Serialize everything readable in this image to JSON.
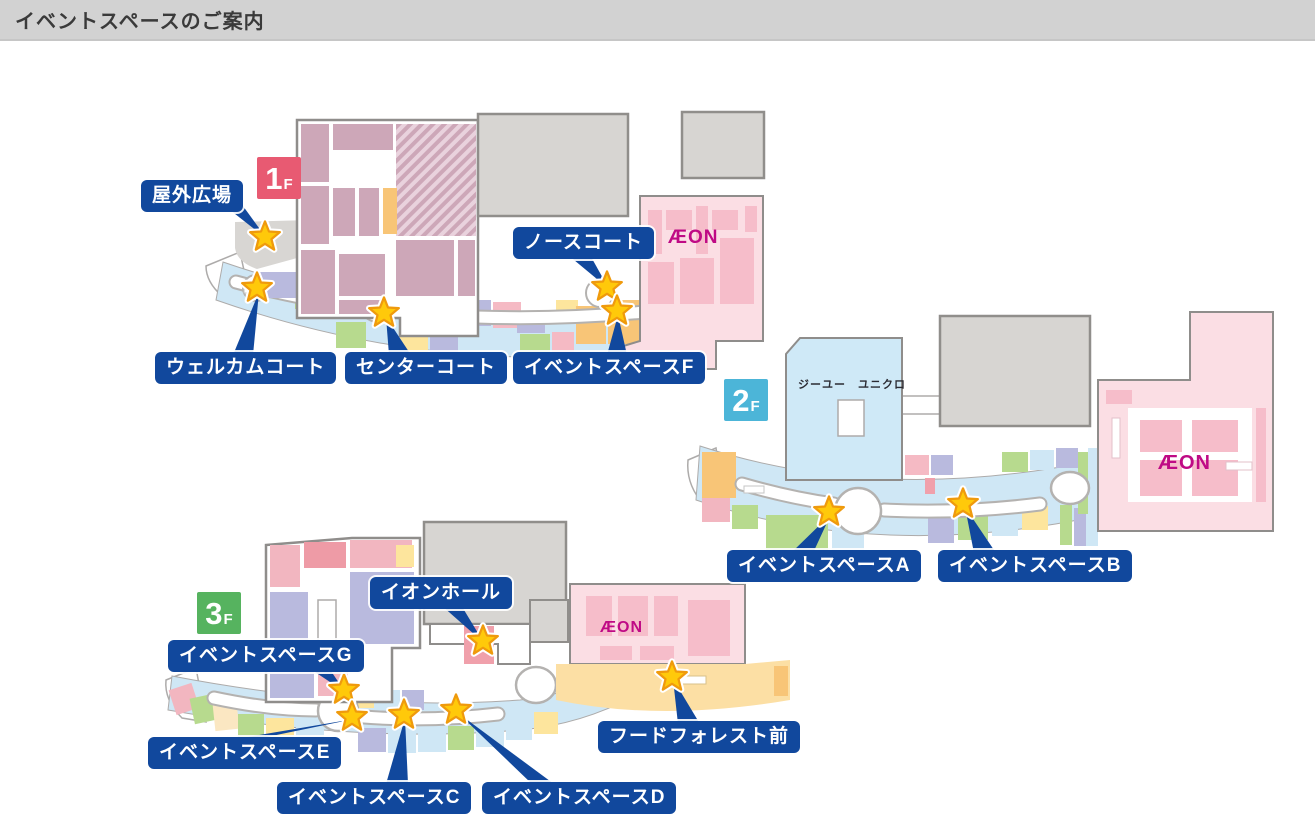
{
  "header": {
    "title": "イベントスペースのご案内",
    "background": "#d2d2d2",
    "text_color": "#3a3a3a"
  },
  "map": {
    "aeon_logo": "ÆON",
    "aeon_logo_color": "#bf0a85",
    "callout_bg": "#11489d",
    "callout_text_color": "#ffffff",
    "star_fill": "#ffc90a",
    "star_border": "#ef9a0d",
    "corridor_color": "#cfe7f5",
    "building_gray": "#d7d5d2",
    "aeon_area_pink": "#fbdee4"
  },
  "floors": [
    {
      "name": "1F",
      "badge": {
        "number": "1",
        "suffix": "F",
        "color": "#e85a72"
      },
      "spots": [
        {
          "label": "屋外広場"
        },
        {
          "label": "ノースコート"
        },
        {
          "label": "ウェルカムコート"
        },
        {
          "label": "センターコート"
        },
        {
          "label": "イベントスペースF"
        }
      ]
    },
    {
      "name": "2F",
      "badge": {
        "number": "2",
        "suffix": "F",
        "color": "#4cb5d8"
      },
      "stores": [
        {
          "name": "ジーユー"
        },
        {
          "name": "ユニクロ"
        }
      ],
      "spots": [
        {
          "label": "イベントスペースA"
        },
        {
          "label": "イベントスペースB"
        }
      ]
    },
    {
      "name": "3F",
      "badge": {
        "number": "3",
        "suffix": "F",
        "color": "#56b35f"
      },
      "spots": [
        {
          "label": "イオンホール"
        },
        {
          "label": "イベントスペースG"
        },
        {
          "label": "イベントスペースE"
        },
        {
          "label": "イベントスペースC"
        },
        {
          "label": "イベントスペースD"
        },
        {
          "label": "フードフォレスト前"
        }
      ]
    }
  ]
}
